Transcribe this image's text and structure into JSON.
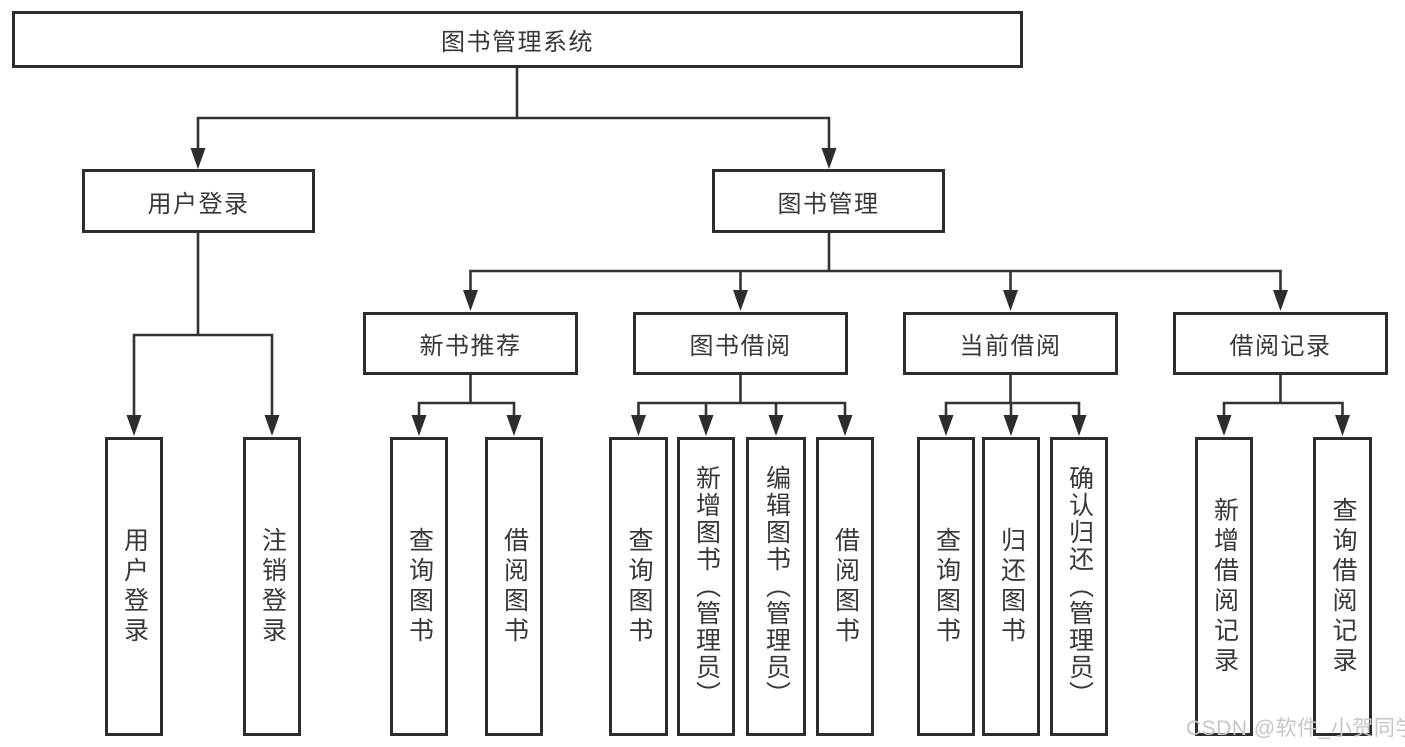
{
  "tree": {
    "root": {
      "label": "图书管理系统"
    },
    "level2": [
      {
        "label": "用户登录",
        "children": [
          {
            "label": "用户登录"
          },
          {
            "label": "注销登录"
          }
        ]
      },
      {
        "label": "图书管理",
        "children": [
          {
            "label": "新书推荐",
            "children": [
              {
                "label": "查询图书"
              },
              {
                "label": "借阅图书"
              }
            ]
          },
          {
            "label": "图书借阅",
            "children": [
              {
                "label": "查询图书"
              },
              {
                "label": "新增图书（管理员）"
              },
              {
                "label": "编辑图书（管理员）"
              },
              {
                "label": "借阅图书"
              }
            ]
          },
          {
            "label": "当前借阅",
            "children": [
              {
                "label": "查询图书"
              },
              {
                "label": "归还图书"
              },
              {
                "label": "确认归还（管理员）"
              }
            ]
          },
          {
            "label": "借阅记录",
            "children": [
              {
                "label": "新增借阅记录"
              },
              {
                "label": "查询借阅记录"
              }
            ]
          }
        ]
      }
    ]
  },
  "watermark": {
    "text": "CSDN @软件_小贺同学"
  },
  "colors": {
    "line": "#333333",
    "box_border": "#2d2d2d",
    "text": "#383838",
    "background": "#ffffff",
    "watermark": "#c6c6c6"
  }
}
